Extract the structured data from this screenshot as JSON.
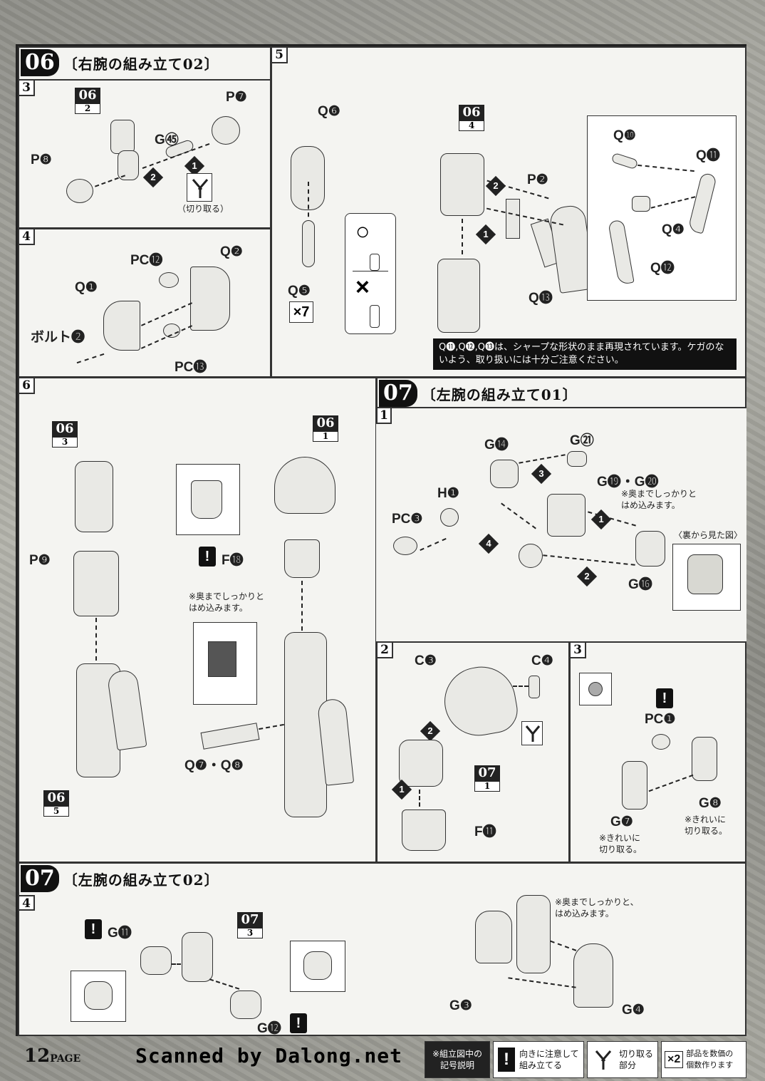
{
  "sections": [
    {
      "num": "06",
      "title": "〔右腕の組み立て02〕"
    },
    {
      "num": "07",
      "title": "〔左腕の組み立て01〕"
    },
    {
      "num": "07",
      "title": "〔左腕の組み立て02〕"
    }
  ],
  "steps": {
    "s3": "3",
    "s4": "4",
    "s5": "5",
    "s6": "6",
    "s7_1": "1",
    "s7_2": "2",
    "s7_3": "3",
    "s7_4": "4"
  },
  "labels": {
    "P7": "P❼",
    "G45": "G㊺",
    "P8": "P❽",
    "cut": "（切り取る）",
    "PC12": "PC⓬",
    "Q2": "Q❷",
    "Q1": "Q❶",
    "bolt2": "ボルト❷",
    "PC13": "PC⓭",
    "Q6": "Q❻",
    "Q5": "Q❺",
    "x7": "×7",
    "ok": "○",
    "ng": "×",
    "P2": "P❷",
    "Q13": "Q⓭",
    "Q10": "Q❿",
    "Q11": "Q⓫",
    "Q4": "Q❹",
    "Q12": "Q⓬",
    "P9": "P❾",
    "F18": "F⓲",
    "Q7Q8": "Q❼・Q❽",
    "G14": "G⓮",
    "G21": "G㉑",
    "G19G20": "G⓳・G⓴",
    "H1": "H❶",
    "PC3": "PC❸",
    "G16": "G⓰",
    "C3": "C❸",
    "C4": "C❹",
    "F11": "F⓫",
    "PC1": "PC❶",
    "G8": "G❽",
    "G7": "G❼",
    "G11": "G⓫",
    "G12": "G⓬",
    "G3": "G❸",
    "G4": "G❹"
  },
  "refs": {
    "r06_2": {
      "top": "06",
      "bottom": "2"
    },
    "r06_4": {
      "top": "06",
      "bottom": "4"
    },
    "r06_3": {
      "top": "06",
      "bottom": "3"
    },
    "r06_1": {
      "top": "06",
      "bottom": "1"
    },
    "r06_5": {
      "top": "06",
      "bottom": "5"
    },
    "r07_1": {
      "top": "07",
      "bottom": "1"
    },
    "r07_3": {
      "top": "07",
      "bottom": "3"
    }
  },
  "notes": {
    "sharp": "Q⓫,Q⓬,Q⓭は、シャープな形状のまま再現されています。ケガのないよう、取り扱いには十分ご注意ください。",
    "insert6": "※奥までしっかりと\nはめ込みます。",
    "insert7_1": "※奥までしっかりと\nはめ込みます。",
    "back_view": "〈裏から見た図〉",
    "clean_g8": "※きれいに\n切り取る。",
    "clean_g7": "※きれいに\n切り取る。",
    "insert7_4": "※奥までしっかりと、\nはめ込みます。"
  },
  "footer": {
    "page": "12",
    "page_suffix": "PAGE",
    "scan": "Scanned by Dalong.net",
    "legend_title": "※組立図中の\n記号説明",
    "legend_warn": "向きに注意して\n組み立てる",
    "legend_cut": "切り取る\n部分",
    "legend_count_icon": "×2",
    "legend_count": "部品を数価の\n個数作ります"
  },
  "colors": {
    "ink": "#222222",
    "paper": "#f4f4f1",
    "frame": "#333333"
  }
}
